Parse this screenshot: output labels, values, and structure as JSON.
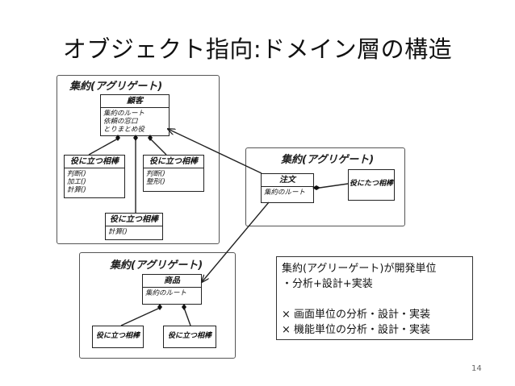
{
  "title": "オブジェクト指向:ドメイン層の構造",
  "aggregates": [
    {
      "label": "集約(アグリゲート)",
      "root": {
        "name": "顧客",
        "lines": [
          "集約のルート",
          "依頼の窓口",
          "とりまとめ役"
        ]
      },
      "helpers": [
        {
          "name": "役に立つ相棒",
          "lines": [
            "判断()",
            "加工()",
            "計算()"
          ]
        },
        {
          "name": "役に立つ相棒",
          "lines": [
            "判断()",
            "整形()"
          ]
        },
        {
          "name": "役に立つ相棒",
          "lines": [
            "計算()"
          ]
        }
      ]
    },
    {
      "label": "集約(アグリゲート)",
      "root": {
        "name": "注文",
        "lines": [
          "集約のルート"
        ]
      },
      "helpers": [
        {
          "name": "役にたつ相棒",
          "lines": []
        }
      ]
    },
    {
      "label": "集約(アグリゲート)",
      "root": {
        "name": "商品",
        "lines": [
          "集約のルート"
        ]
      },
      "helpers": [
        {
          "name": "役に立つ相棒",
          "lines": []
        },
        {
          "name": "役に立つ相棒",
          "lines": []
        }
      ]
    }
  ],
  "note": {
    "line1": "集約(アグリーゲート)が開発単位",
    "line2": "・分析+設計+実装",
    "line3": "× 画面単位の分析・設計・実装",
    "line4": "× 機能単位の分析・設計・実装"
  },
  "page_number": "14"
}
